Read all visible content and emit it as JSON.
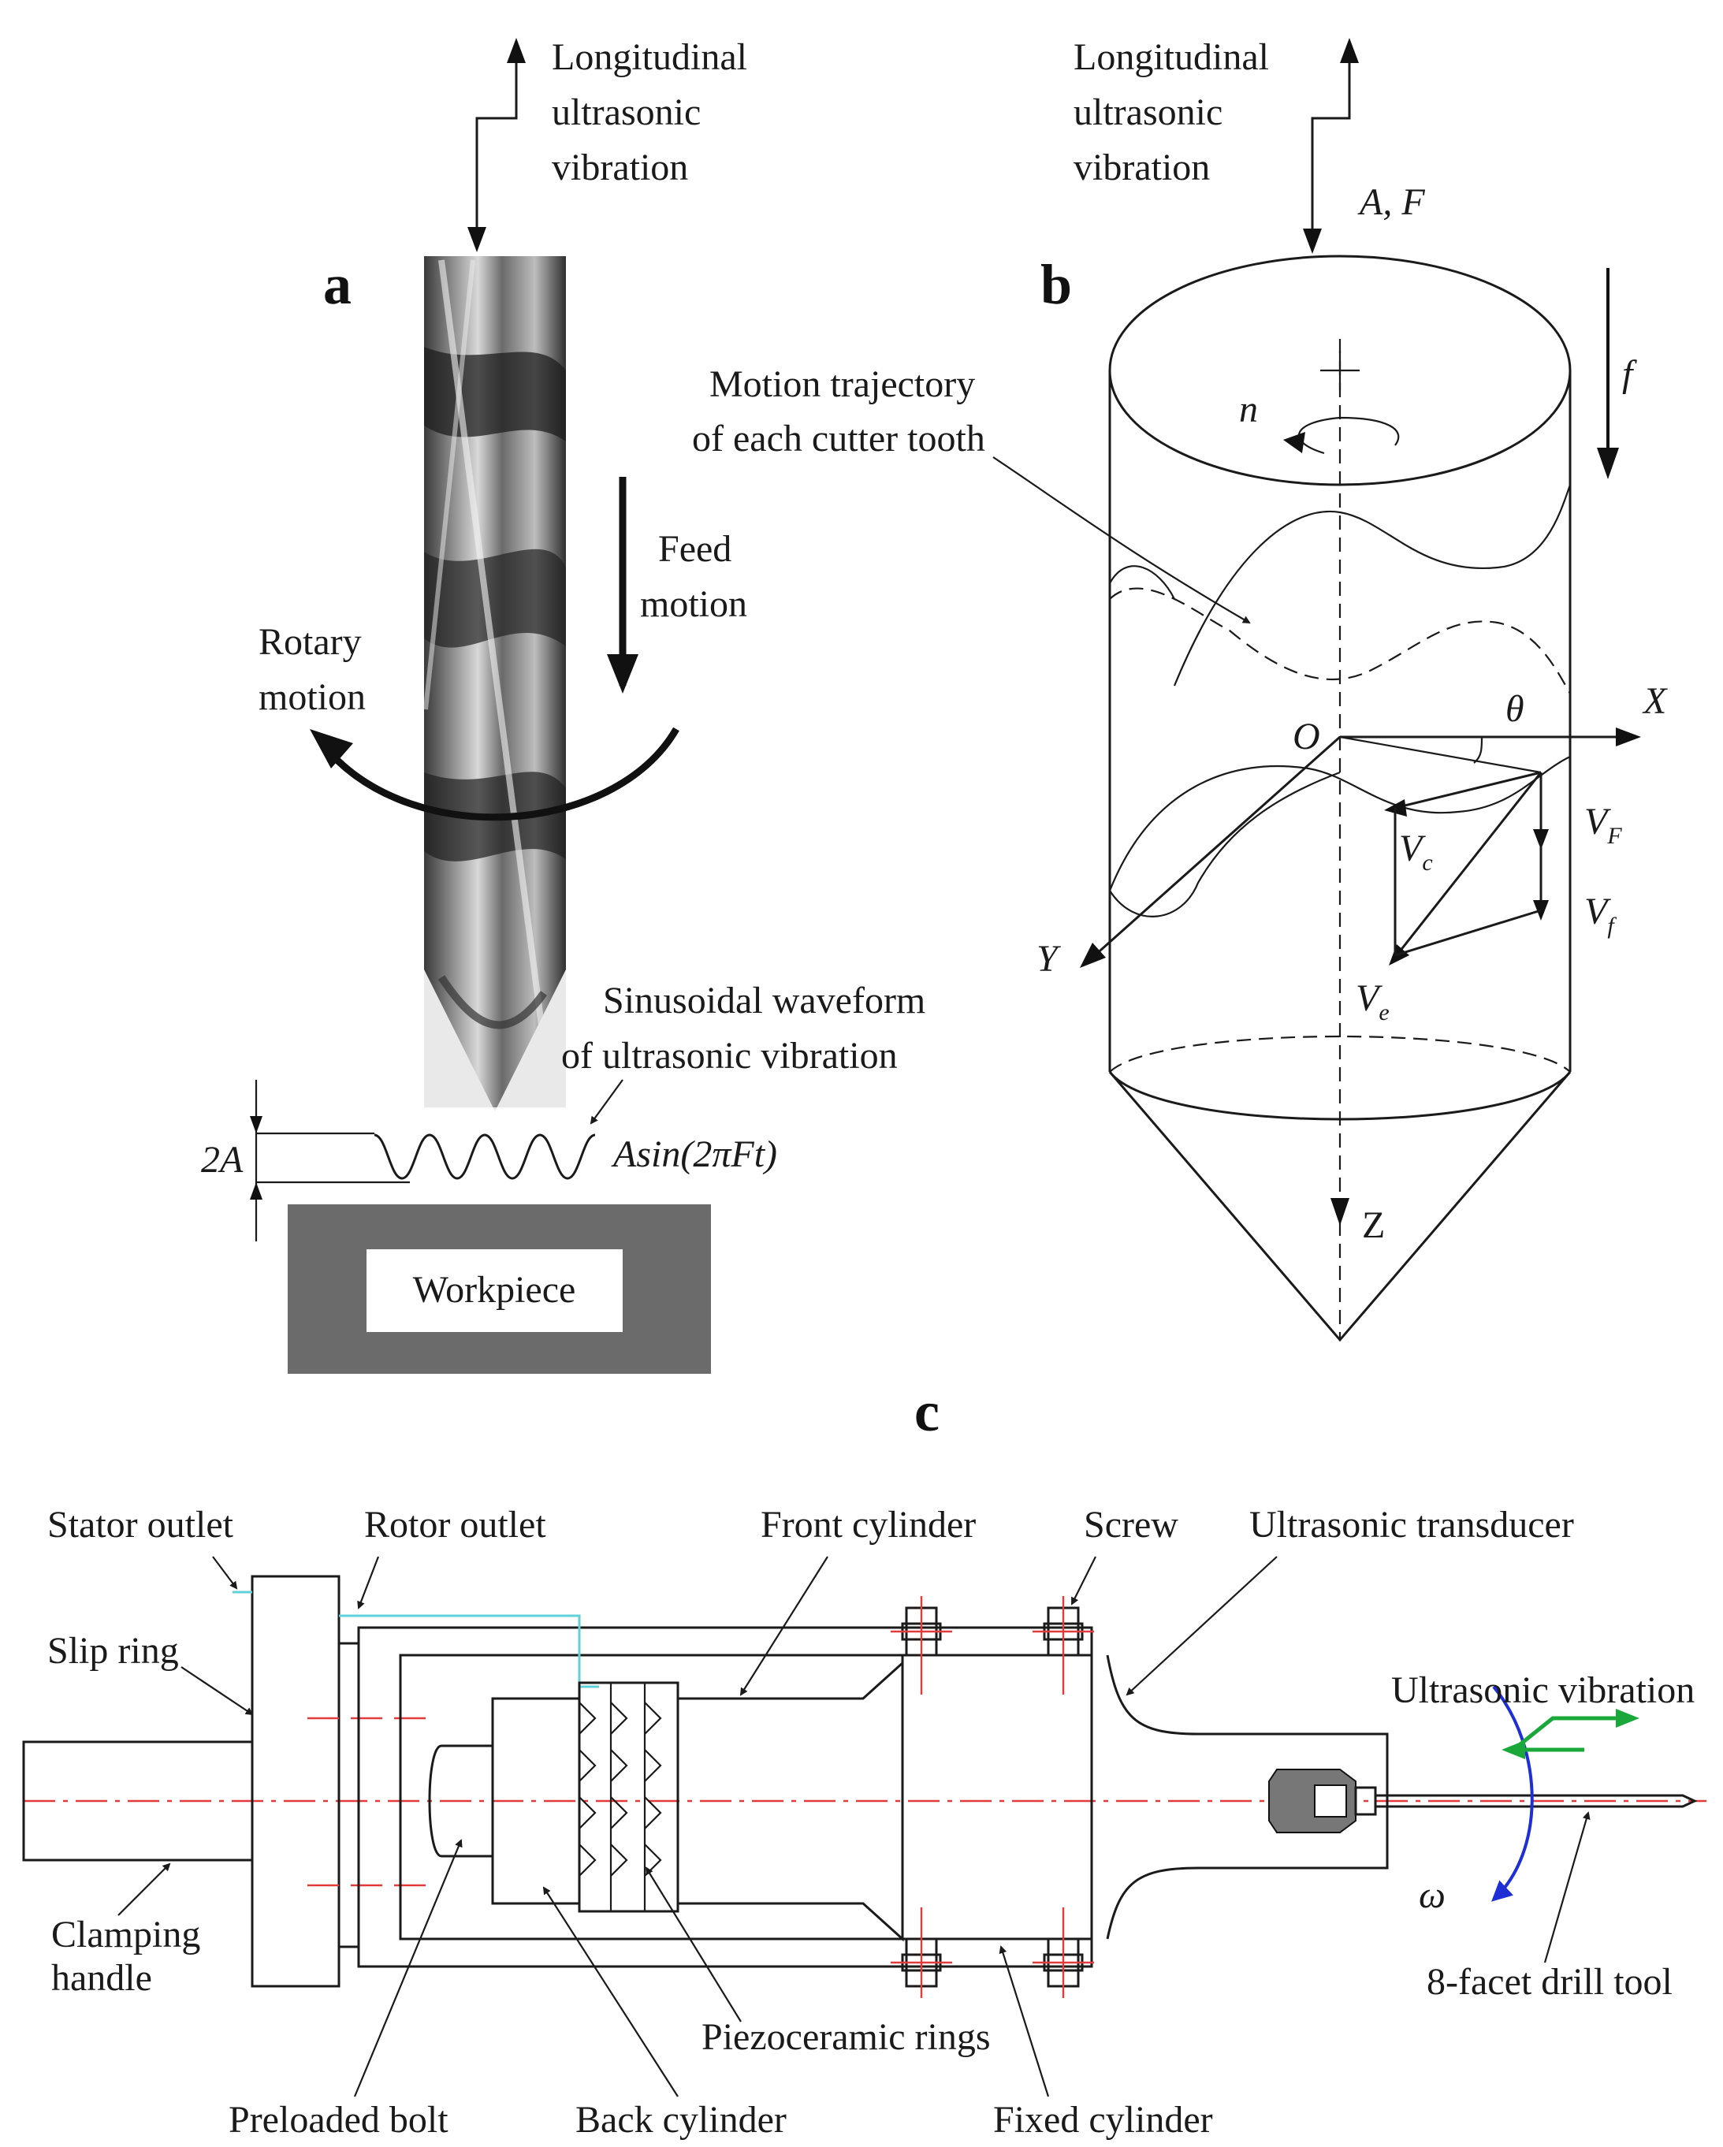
{
  "panel_labels": {
    "a": "a",
    "b": "b",
    "c": "c"
  },
  "panel_a": {
    "vibration_label": [
      "Longitudinal",
      "ultrasonic",
      "vibration"
    ],
    "feed_label": [
      "Feed",
      "motion"
    ],
    "rotary_label": [
      "Rotary",
      "motion"
    ],
    "sinus_label": [
      "Sinusoidal waveform",
      "of ultrasonic vibration"
    ],
    "amplitude_label": "2A",
    "formula": "Asin(2πFt)",
    "workpiece": "Workpiece"
  },
  "panel_b": {
    "vibration_label": [
      "Longitudinal",
      "ultrasonic",
      "vibration"
    ],
    "af_label": "A, F",
    "trajectory_label": [
      "Motion trajectory",
      "of each cutter tooth"
    ],
    "n": "n",
    "f": "f",
    "O": "O",
    "theta": "θ",
    "X": "X",
    "Y": "Y",
    "Z": "Z",
    "VF": "V",
    "VF_sub": "F",
    "Vf": "V",
    "Vf_sub": "f",
    "Vc": "V",
    "Vc_sub": "c",
    "Ve": "V",
    "Ve_sub": "e"
  },
  "panel_c": {
    "stator_outlet": "Stator outlet",
    "rotor_outlet": "Rotor outlet",
    "front_cylinder": "Front cylinder",
    "screw": "Screw",
    "ultrasonic_transducer": "Ultrasonic transducer",
    "slip_ring": "Slip ring",
    "ultrasonic_vibration": "Ultrasonic vibration",
    "clamping_handle": [
      "Clamping",
      "handle"
    ],
    "omega": "ω",
    "drill_tool": "8-facet drill tool",
    "piezo_rings": "Piezoceramic rings",
    "preloaded_bolt": "Preloaded bolt",
    "back_cylinder": "Back cylinder",
    "fixed_cylinder": "Fixed cylinder"
  },
  "colors": {
    "cable": "#5fd1d8",
    "axis": "#e33b3b",
    "rotation": "#1f2fd6",
    "vibration_arrow": "#1aa83a",
    "workpiece": "#6b6b6b"
  }
}
